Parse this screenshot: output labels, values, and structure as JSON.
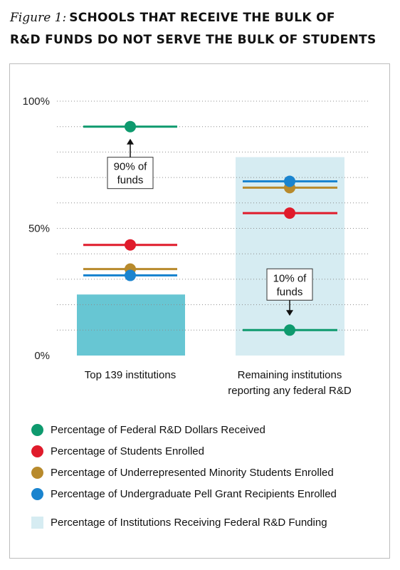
{
  "title": {
    "prefix": "Figure 1:",
    "line1": "SCHOOLS THAT RECEIVE THE BULK OF",
    "line2": "R&D FUNDS DO NOT SERVE THE BULK OF STUDENTS"
  },
  "colors": {
    "funds": "#0e9a6e",
    "students": "#e01b2b",
    "minority": "#b88a2c",
    "pell": "#1a84cf",
    "institutions_top": "#67c6d3",
    "institutions_remaining": "#d6ecf2"
  },
  "chart_data": {
    "type": "dot",
    "ylim": [
      0,
      100
    ],
    "y_ticks": [
      {
        "value": 100,
        "label": "100%"
      },
      {
        "value": 50,
        "label": "50%"
      },
      {
        "value": 0,
        "label": "0%"
      }
    ],
    "grid": true,
    "gridlines": [
      10,
      20,
      30,
      40,
      50,
      60,
      70,
      80,
      90,
      100
    ],
    "categories": [
      "Top 139 institutions",
      "Remaining institutions reporting any federal R&D"
    ],
    "category_labels": [
      [
        "Top 139 institutions"
      ],
      [
        "Remaining institutions",
        "reporting any federal R&D"
      ]
    ],
    "series": [
      {
        "name": "Percentage of Federal R&D Dollars Received",
        "color_key": "funds",
        "marker": "dot",
        "values": [
          90,
          10
        ]
      },
      {
        "name": "Percentage of Students Enrolled",
        "color_key": "students",
        "marker": "dot",
        "values": [
          43.5,
          56
        ]
      },
      {
        "name": "Percentage of Underrepresented Minority Students Enrolled",
        "color_key": "minority",
        "marker": "dot",
        "values": [
          34,
          66
        ]
      },
      {
        "name": "Percentage of Undergraduate Pell Grant Recipients Enrolled",
        "color_key": "pell",
        "marker": "dot",
        "values": [
          31.5,
          68.5
        ]
      },
      {
        "name": "Percentage of Institutions Receiving Federal R&D Funding",
        "color_key": "institutions_top",
        "marker": "bar",
        "values": [
          24,
          78
        ]
      }
    ],
    "annotations": [
      {
        "lines": [
          "90% of",
          "funds"
        ],
        "category": 0,
        "arrow": "up"
      },
      {
        "lines": [
          "10% of",
          "funds"
        ],
        "category": 1,
        "arrow": "down"
      }
    ],
    "legend_placement": "bottom"
  }
}
